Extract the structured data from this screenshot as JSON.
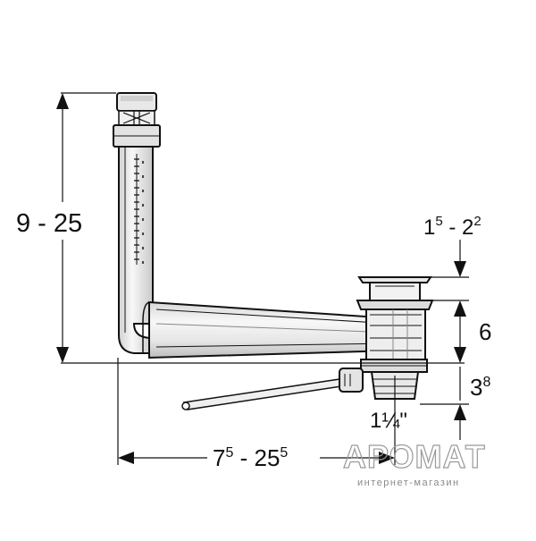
{
  "colors": {
    "ink": "#111111",
    "pipe_fill": "#f2f2f2",
    "pipe_shade": "#d4d4d4",
    "watermark": "#9a9a9a"
  },
  "dimensions": {
    "height_range": "9 - 25",
    "width_range": {
      "base": "7",
      "sup": "5",
      "sep": " - ",
      "base2": "25",
      "sup2": "5"
    },
    "top_offset": {
      "base": "1",
      "sup": "5",
      "sep": " - ",
      "base2": "2",
      "sup2": "2"
    },
    "valve_height": "6",
    "drain_height": {
      "base": "3",
      "sup": "8"
    },
    "thread_size": "1¼\""
  },
  "watermark": {
    "brand": "АРОМАТ",
    "tagline": "интернет-магазин"
  }
}
